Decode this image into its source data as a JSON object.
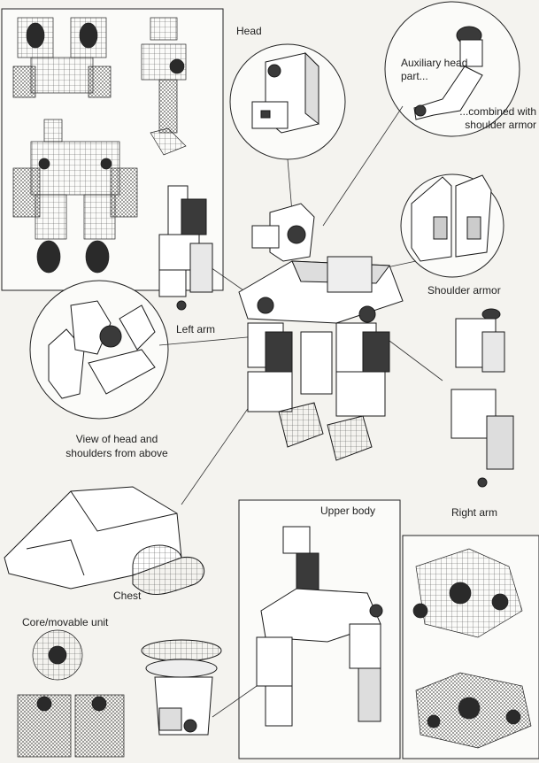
{
  "labels": {
    "head": "Head",
    "aux_line1": "Auxiliary head",
    "aux_line2": "part...",
    "combined_line1": "...combined with",
    "combined_line2": "shoulder armor",
    "shoulder_armor": "Shoulder armor",
    "left_arm": "Left arm",
    "view_line1": "View of head and",
    "view_line2": "shoulders from above",
    "right_arm": "Right arm",
    "chest": "Chest",
    "upper_body": "Upper body",
    "core": "Core/movable unit"
  },
  "colors": {
    "ink": "#1a1a1a",
    "paper": "#f4f3ef",
    "shade": "#3a3a3a",
    "mid": "#9a9a9a"
  }
}
